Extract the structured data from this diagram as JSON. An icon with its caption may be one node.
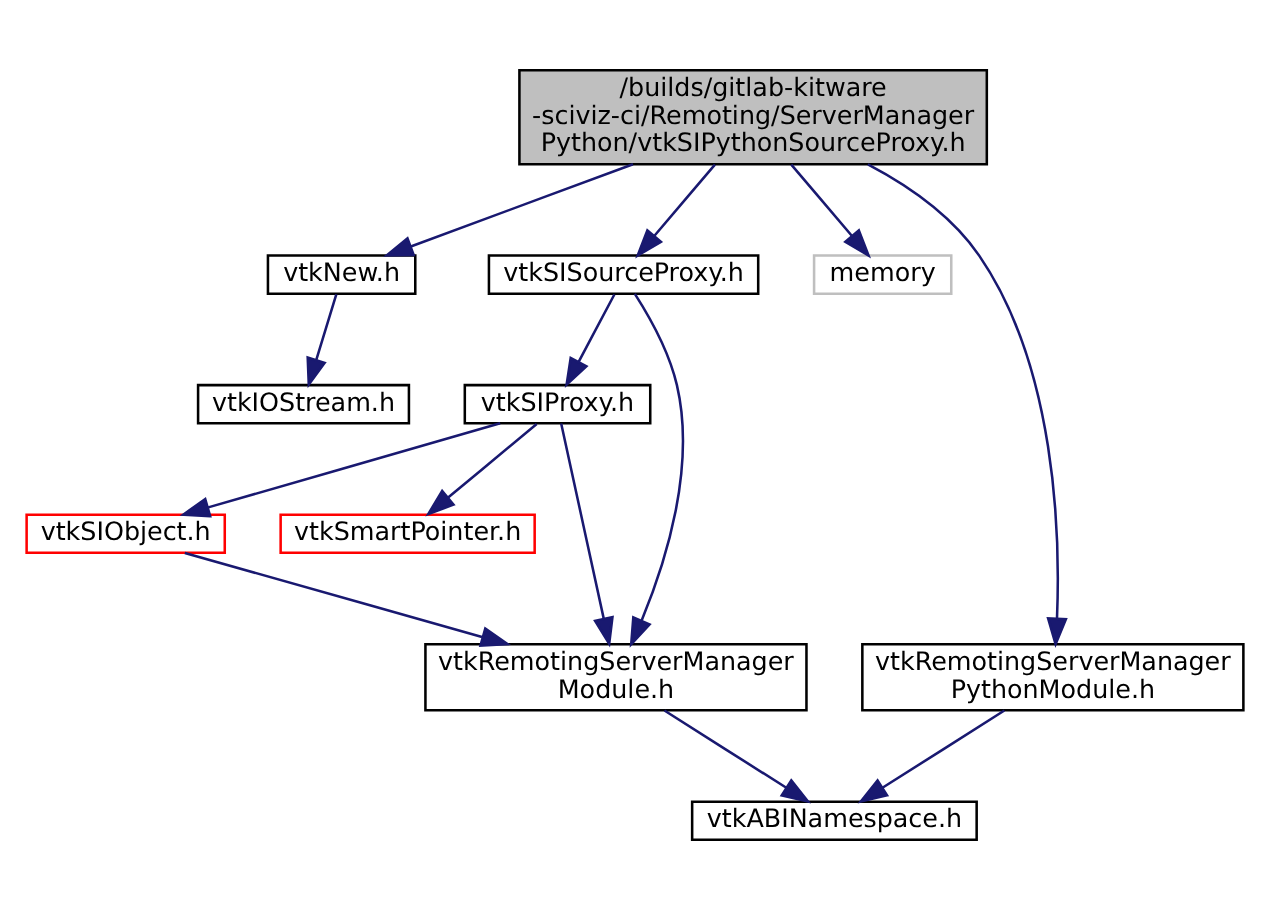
{
  "diagram": {
    "nodes": [
      {
        "text": [
          "/builds/gitlab-kitware -sciviz-ci/Remoting/ServerManager Python/vtkSIPythonSourceProxy.h"
        ]
      },
      {
        "text": [
          "vtkNew.h"
        ]
      },
      {
        "text": [
          "vtkSISourceProxy.h"
        ]
      },
      {
        "text": [
          "memory"
        ]
      },
      {
        "text": [
          "vtkIOStream.h"
        ]
      },
      {
        "text": [
          "vtkSIProxy.h"
        ]
      },
      {
        "text": [
          "vtkSIObject.h"
        ]
      },
      {
        "text": [
          "vtkSmartPointer.h"
        ]
      },
      {
        "text": [
          "vtkRemotingServerManager PythonModule.h"
        ]
      },
      {
        "text": [
          "vtkRemotingServerManager Module.h"
        ]
      },
      {
        "text": [
          "vtkABINamespace.h"
        ]
      }
    ],
    "edges": [
      {
        "from": 0,
        "to": 1,
        "arrow": "to"
      },
      {
        "from": 0,
        "to": 8,
        "arrow": "to"
      },
      {
        "from": 0,
        "to": 2,
        "arrow": "to"
      },
      {
        "from": 0,
        "to": 3,
        "arrow": "to"
      },
      {
        "from": 1,
        "to": 4,
        "arrow": "to"
      },
      {
        "from": 2,
        "to": 5,
        "arrow": "to"
      },
      {
        "from": 2,
        "to": 9,
        "arrow": "to"
      },
      {
        "from": 5,
        "to": 9,
        "arrow": "to"
      },
      {
        "from": 5,
        "to": 6,
        "arrow": "to"
      },
      {
        "from": 5,
        "to": 7,
        "arrow": "to"
      },
      {
        "from": 6,
        "to": 9,
        "arrow": "to"
      },
      {
        "from": 8,
        "to": 10,
        "arrow": "to"
      },
      {
        "from": 9,
        "to": 10,
        "arrow": "to"
      }
    ]
  }
}
